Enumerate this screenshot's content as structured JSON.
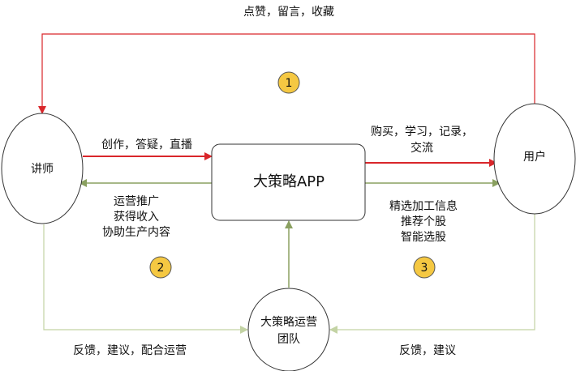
{
  "nodes": {
    "lecturer": "讲师",
    "user": "用户",
    "app": "大策略APP",
    "team_line1": "大策略运营",
    "team_line2": "团队"
  },
  "edges": {
    "user_to_lecturer": "点赞，留言，收藏",
    "lecturer_to_app": "创作，答疑，直播",
    "app_to_user_line1": "购买，学习，记录，",
    "app_to_user_line2": "交流",
    "app_to_lecturer": [
      "运营推广",
      "获得收入",
      "协助生产内容"
    ],
    "app_to_user_info": [
      "精选加工信息",
      "推荐个股",
      "智能选股"
    ],
    "lecturer_to_team": "反馈，建议，配合运营",
    "user_to_team": "反馈，建议"
  },
  "badges": [
    "1",
    "2",
    "3"
  ],
  "colors": {
    "red": "#d9262a",
    "green": "#8aa060",
    "light_green": "#c3d3a4",
    "badge": "#f5c842"
  }
}
